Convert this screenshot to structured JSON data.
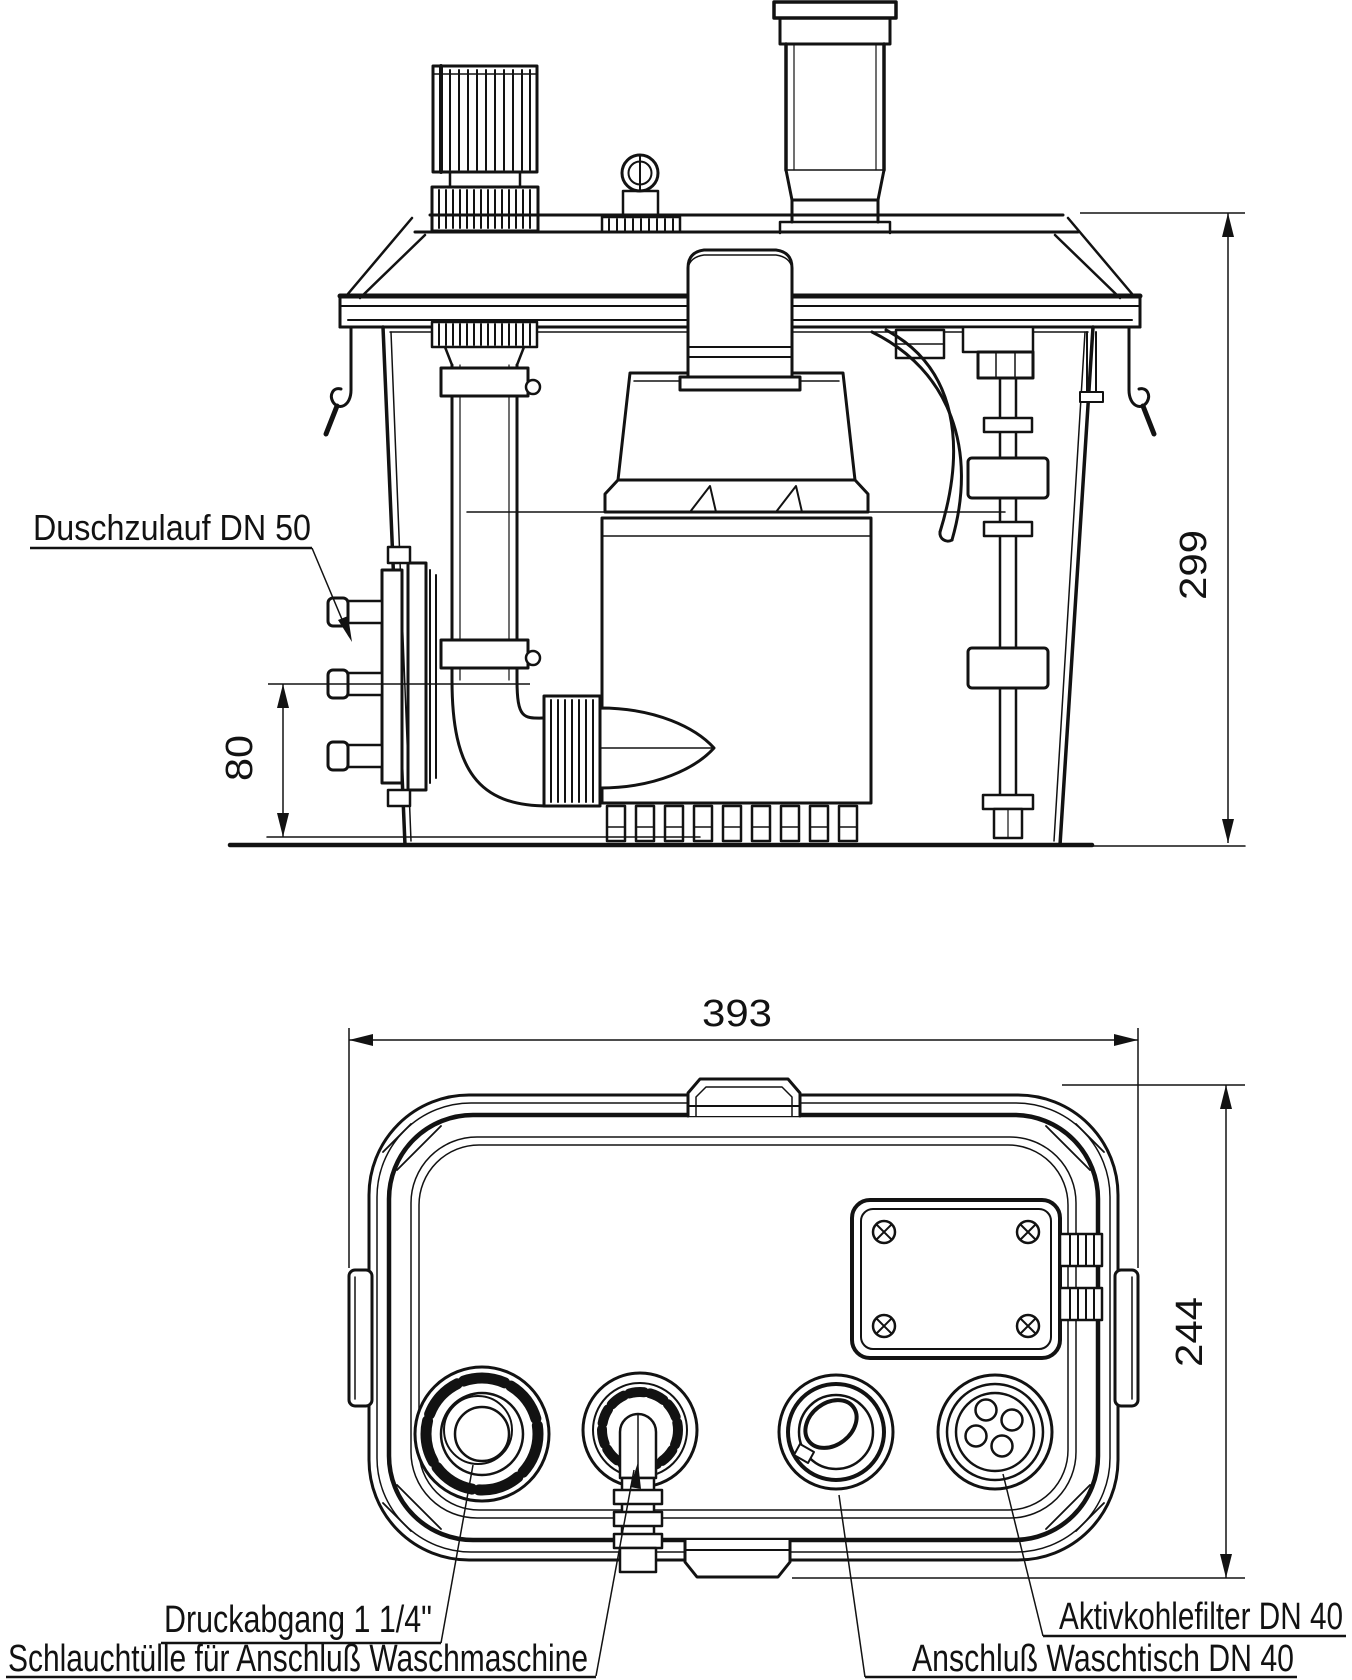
{
  "drawing": {
    "title_hint": "technical drawing of a lifting station, front view and plan view",
    "colors": {
      "line": "#121212",
      "background": "#ffffff"
    },
    "labels": {
      "inlet": "Duschzulauf DN 50",
      "pressure_outlet": "Druckabgang 1 1/4\"",
      "hose_connection": "Schlauchtülle für Anschluß Waschmaschine",
      "carbon_filter": "Aktivkohlefilter DN 40",
      "basin_connection": "Anschluß Waschtisch DN 40"
    },
    "dimensions": {
      "total_height": "299",
      "inlet_height": "80",
      "total_width": "393",
      "total_depth": "244"
    }
  }
}
